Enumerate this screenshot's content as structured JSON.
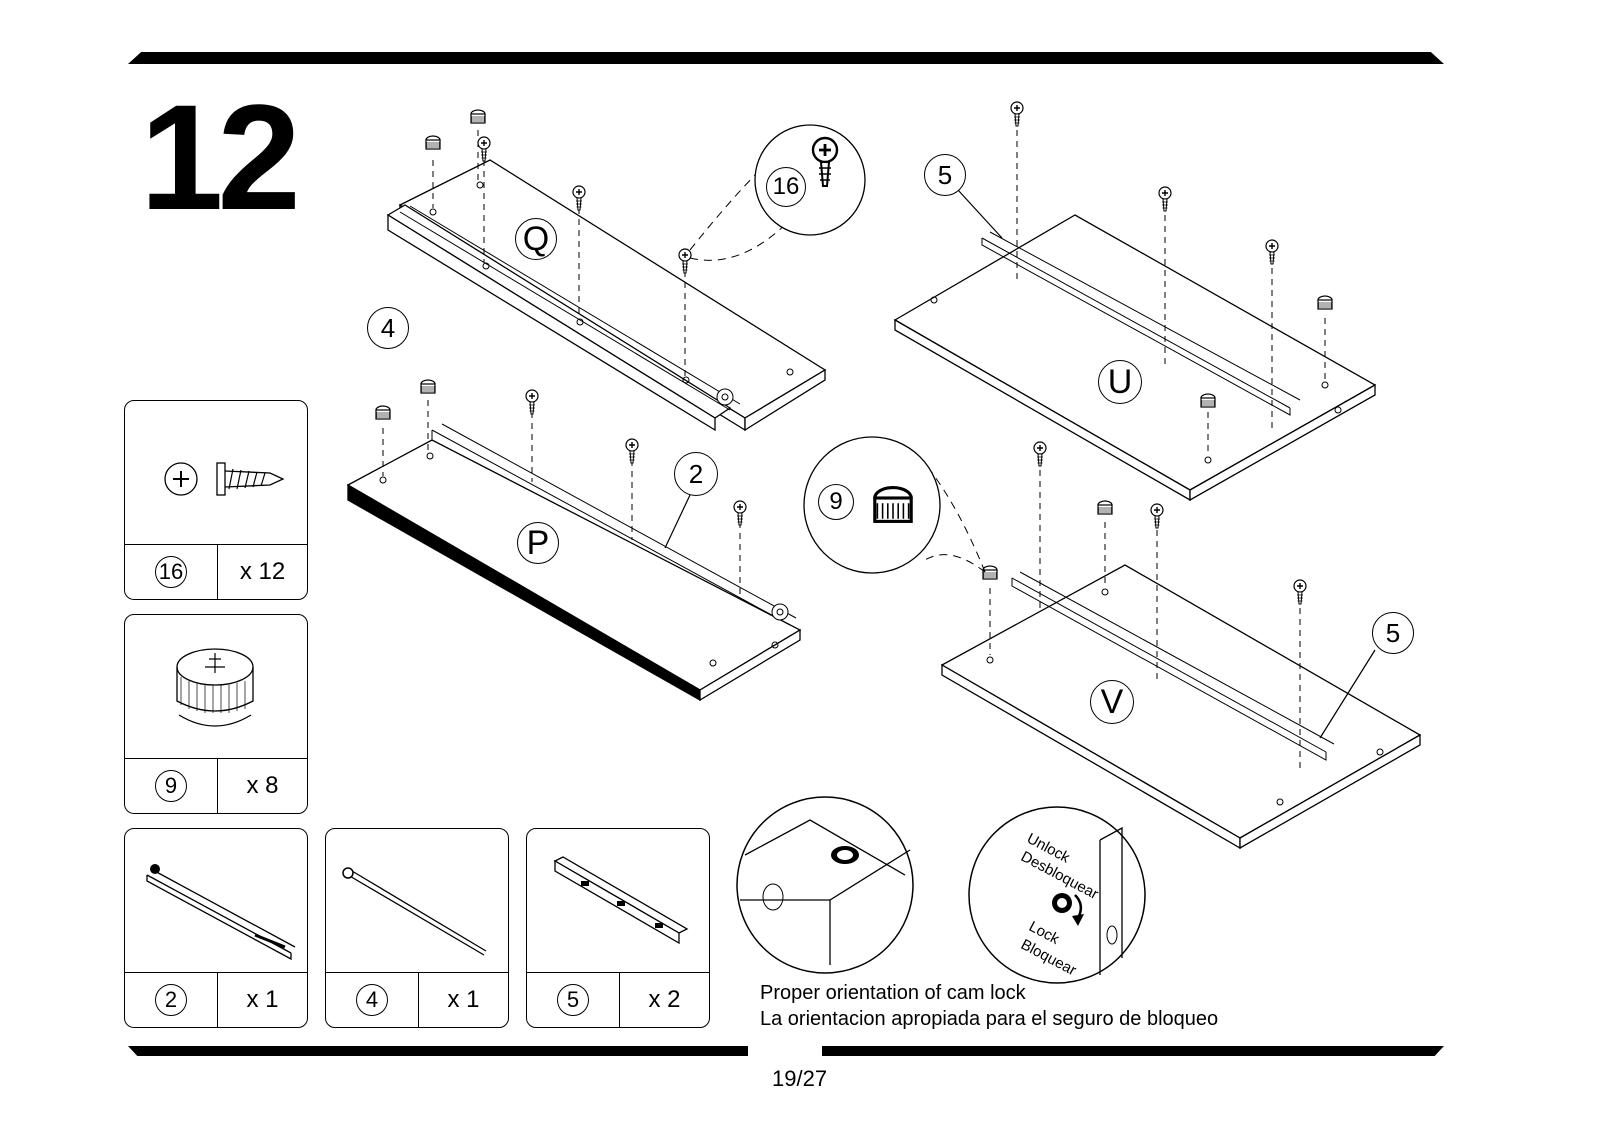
{
  "step_number": "12",
  "page_number": "19/27",
  "panels": [
    {
      "label": "Q"
    },
    {
      "label": "P"
    },
    {
      "label": "U"
    },
    {
      "label": "V"
    }
  ],
  "callouts": {
    "q_part": "4",
    "q_zoom": "16",
    "p_part": "2",
    "u_part": "5",
    "v_part": "5",
    "v_zoom": "9"
  },
  "parts": [
    {
      "id": "16",
      "qty": "x 12",
      "icon": "screw-icon"
    },
    {
      "id": "9",
      "qty": "x 8",
      "icon": "cam-lock-icon"
    },
    {
      "id": "2",
      "qty": "x 1",
      "icon": "drawer-rail-icon"
    },
    {
      "id": "4",
      "qty": "x 1",
      "icon": "drawer-rail-icon"
    },
    {
      "id": "5",
      "qty": "x 2",
      "icon": "cabinet-rail-icon"
    }
  ],
  "cam_lock": {
    "unlock": "Unlock",
    "unlock_es": "Desbloquear",
    "lock": "Lock",
    "lock_es": "Bloquear",
    "caption_en": "Proper orientation of cam lock",
    "caption_es": "La orientacion apropiada para el seguro de bloqueo"
  }
}
